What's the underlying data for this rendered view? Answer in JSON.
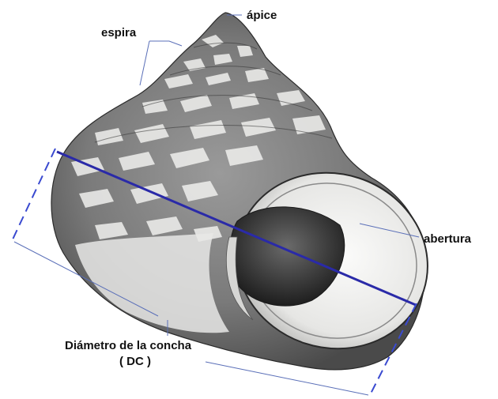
{
  "figure": {
    "labels": {
      "apex": "ápice",
      "spire": "espira",
      "aperture": "abertura",
      "diameter_line1": "Diámetro de la concha",
      "diameter_line2": "( DC )"
    },
    "colors": {
      "measure_line": "#2a2aa8",
      "dashed_line": "#3a4ad0",
      "leader_line": "#5a6fb8",
      "shell_dark": "#3a3a3a",
      "shell_mid": "#8a8a8a",
      "shell_light": "#f2f2f2",
      "aperture_inner": "#f6f6f4"
    }
  }
}
